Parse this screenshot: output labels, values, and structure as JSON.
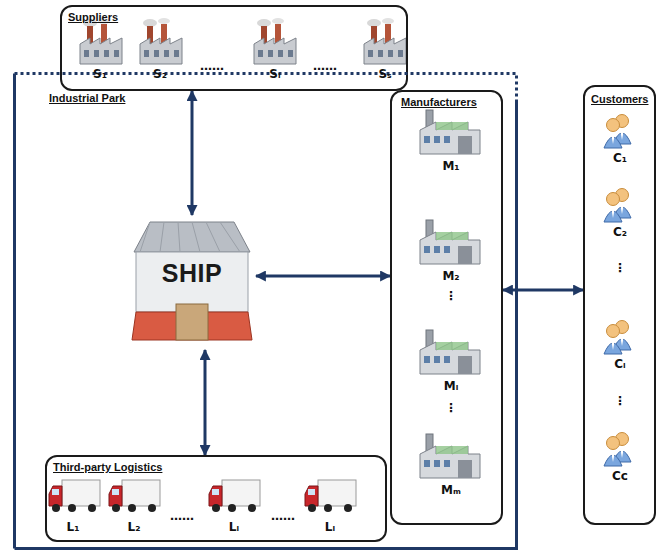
{
  "diagram": {
    "nodes": [
      {
        "text": [
          "Suppliers"
        ]
      },
      {
        "text": [
          "Industrial Park"
        ]
      },
      {
        "text": [
          "SHIP"
        ],
        "in": 1
      },
      {
        "text": [
          "Manufacturers"
        ],
        "in": 1
      },
      {
        "text": [
          "Third-party Logistics"
        ],
        "in": 1
      },
      {
        "text": [
          "Customers"
        ]
      }
    ],
    "edges": [
      {
        "from": 0,
        "to": 2,
        "arrow": "both"
      },
      {
        "from": 2,
        "to": 3,
        "arrow": "both"
      },
      {
        "from": 2,
        "to": 4,
        "arrow": "both"
      },
      {
        "from": 3,
        "to": 5,
        "arrow": "both"
      }
    ],
    "labels": [
      "S₁",
      "S₂",
      "……",
      "Sᵢ",
      "……",
      "Sₛ",
      "M₁",
      "M₂",
      "⋮",
      "Mᵢ",
      "⋮",
      "Mₘ",
      "C₁",
      "C₂",
      "⋮",
      "Cᵢ",
      "⋮",
      "Cc",
      "L₁",
      "L₂",
      "……",
      "Lᵢ",
      "……",
      "Lₗ"
    ]
  }
}
